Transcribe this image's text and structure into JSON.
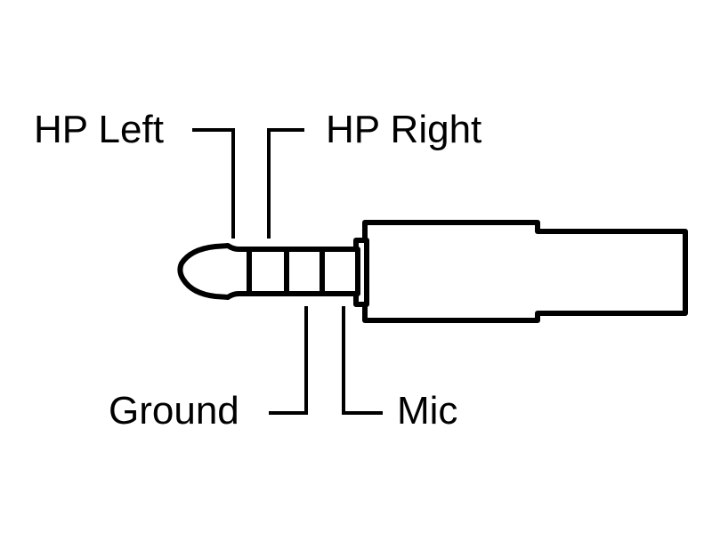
{
  "labels": {
    "hp_left": "HP Left",
    "hp_right": "HP Right",
    "ground": "Ground",
    "mic": "Mic"
  },
  "colors": {
    "ink": "#000000",
    "background": "#ffffff"
  }
}
